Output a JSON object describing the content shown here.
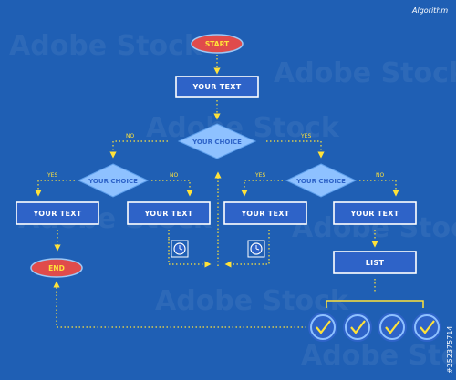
{
  "title": "Algorithm",
  "watermark_text": "Adobe Stock",
  "stock_id": "#252375714",
  "start_label": "START",
  "end_label": "END",
  "box_label": "YOUR TEXT",
  "choice_label": "YOUR CHOICE",
  "yes_label": "YES",
  "no_label": "NO",
  "list_label": "LIST",
  "colors": {
    "background": "#1f5fb4",
    "box_fill": "#2e63c8",
    "oval_fill": "#e04b4b",
    "connector": "#ffe23a",
    "diamond_fill": "#8ec1ff"
  },
  "icons": [
    "clock-icon",
    "check-circle-icon"
  ]
}
